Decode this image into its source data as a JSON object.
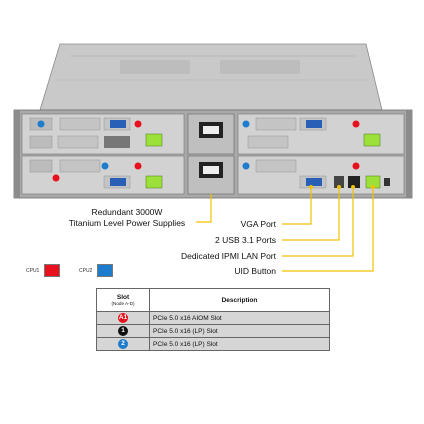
{
  "callouts": {
    "psu_line1": "Redundant 3000W",
    "psu_line2": "Titanium Level Power Supplies",
    "vga": "VGA Port",
    "usb": "2 USB 3.1 Ports",
    "ipmi": "Dedicated IPMI LAN Port",
    "uid": "UID Button"
  },
  "legend": {
    "cpu1_label": "CPU1",
    "cpu1_color": "#e8101c",
    "cpu2_label": "CPU2",
    "cpu2_color": "#1e7ccc"
  },
  "table": {
    "header_slot": "Slot",
    "header_slot_sub": "(Node A-D)",
    "header_desc": "Description",
    "rows": [
      {
        "badge": "A1",
        "badge_color": "#e8101c",
        "badge_icon": "aiom-slot-icon",
        "desc": "PCIe 5.0 x16 AIOM Slot"
      },
      {
        "badge": "1",
        "badge_color": "#111111",
        "badge_icon": "slot-1-icon",
        "desc": "PCIe 5.0 x16 (LP) Slot"
      },
      {
        "badge": "2",
        "badge_color": "#1e7ccc",
        "badge_icon": "slot-2-icon",
        "desc": "PCIe 5.0 x16 (LP) Slot"
      }
    ]
  },
  "colors": {
    "callout_line": "#f2c200",
    "chassis": "#b8b8b8",
    "port_highlight": "#9ce03a"
  }
}
